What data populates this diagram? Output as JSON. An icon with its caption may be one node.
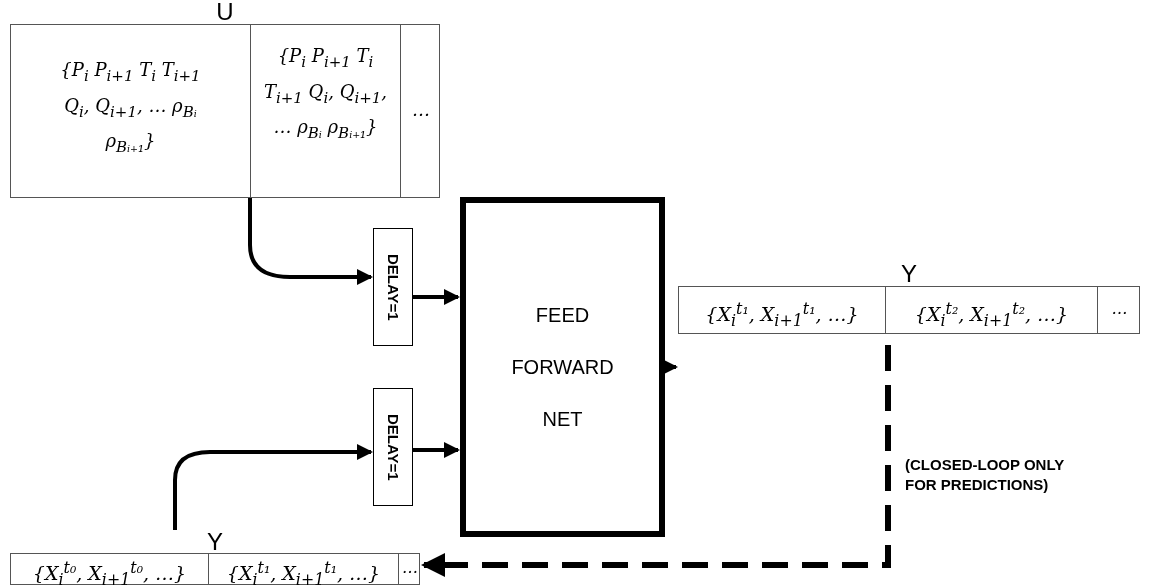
{
  "diagram": {
    "nodes": [
      {
        "text": [
          "U"
        ]
      },
      {
        "text": [
          "{P$_{i}$ P$_{i+1}$ T$_{i}$ T$_{i+1}$ Q$_{i}$, Q$_{i+1}$, … ρ$_{Bᵢ}$ ρ$_{Bᵢ₊₁}$}"
        ],
        "in": 0
      },
      {
        "text": [
          "{P$_{i}$ P$_{i+1}$ T$_{i}$ T$_{i+1}$ Q$_{i}$, Q$_{i+1}$, … ρ$_{Bᵢ}$ ρ$_{Bᵢ₊₁}$}"
        ],
        "in": 0
      },
      {
        "text": [
          "…"
        ],
        "in": 0
      },
      {
        "text": [
          "DELAY=1"
        ]
      },
      {
        "text": [
          "DELAY=1"
        ]
      },
      {
        "text": [
          "FEED FORWARD NET"
        ]
      },
      {
        "text": [
          "Y"
        ]
      },
      {
        "text": [
          "{X$_{i}$$^{t₁}$, X$_{i+1}$$^{t₁}$, …}"
        ],
        "in": 7
      },
      {
        "text": [
          "{X$_{i}$$^{t₂}$, X$_{i+1}$$^{t₂}$, …}"
        ],
        "in": 7
      },
      {
        "text": [
          "…"
        ],
        "in": 7
      },
      {
        "text": [
          "Y"
        ]
      },
      {
        "text": [
          "{X$_{i}$$^{t₀}$, X$_{i+1}$$^{t₀}$, …}"
        ],
        "in": 11
      },
      {
        "text": [
          "{X$_{i}$$^{t₁}$, X$_{i+1}$$^{t₁}$, …}"
        ],
        "in": 11
      },
      {
        "text": [
          "…"
        ],
        "in": 11
      }
    ],
    "edges": [
      {
        "from": 0,
        "to": 4,
        "arrow": "to"
      },
      {
        "from": 4,
        "to": 6,
        "arrow": "to"
      },
      {
        "from": 11,
        "to": 5,
        "arrow": "to"
      },
      {
        "from": 5,
        "to": 6,
        "arrow": "to"
      },
      {
        "from": 6,
        "to": 7,
        "arrow": "to"
      },
      {
        "from": 7,
        "to": 11,
        "arrow": "to",
        "style": "dashed",
        "label": "(CLOSED-LOOP ONLY FOR PREDICTIONS)"
      }
    ]
  }
}
